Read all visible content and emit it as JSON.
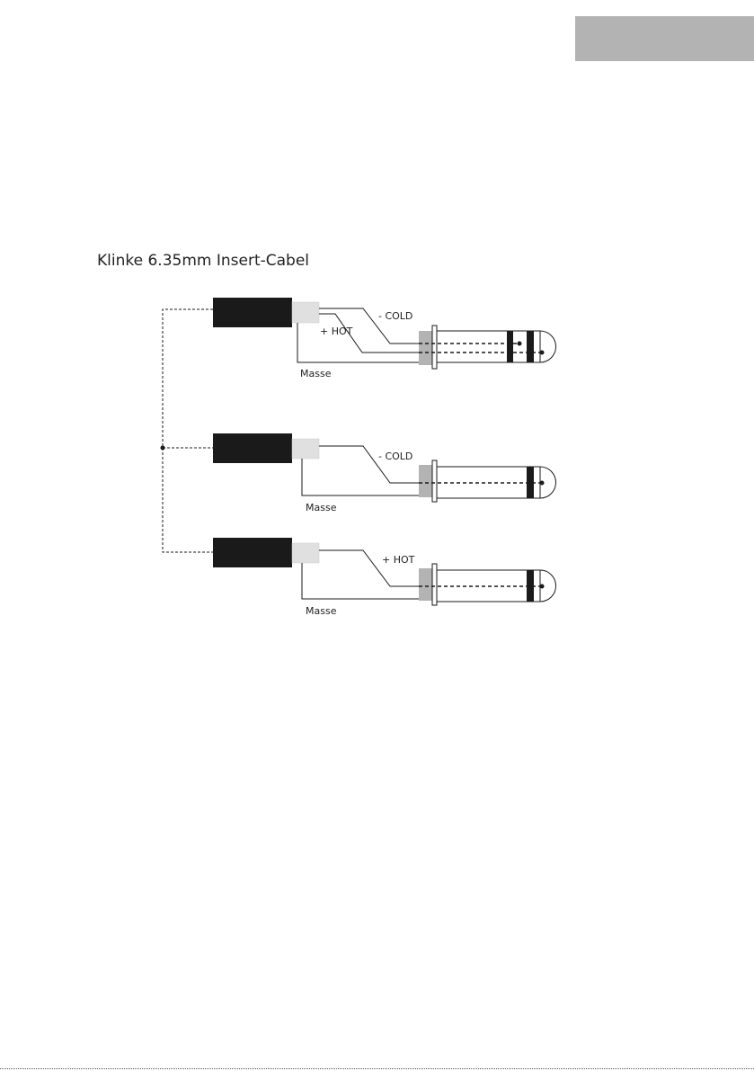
{
  "title": "Klinke 6.35mm Insert-Cabel",
  "labels": {
    "cold": "- COLD",
    "hot": "+ HOT",
    "ground": "Masse"
  },
  "colors": {
    "ink": "#1a1a1a",
    "tab_gray": "#b3b3b3",
    "sleeve_gray": "#b3b3b3",
    "cable_light": "#e0e0e0"
  },
  "connectors": [
    {
      "id": "trs-plug",
      "signals": [
        "cold",
        "hot",
        "ground"
      ]
    },
    {
      "id": "ts-plug-cold",
      "signals": [
        "cold",
        "ground"
      ]
    },
    {
      "id": "ts-plug-hot",
      "signals": [
        "hot",
        "ground"
      ]
    }
  ]
}
